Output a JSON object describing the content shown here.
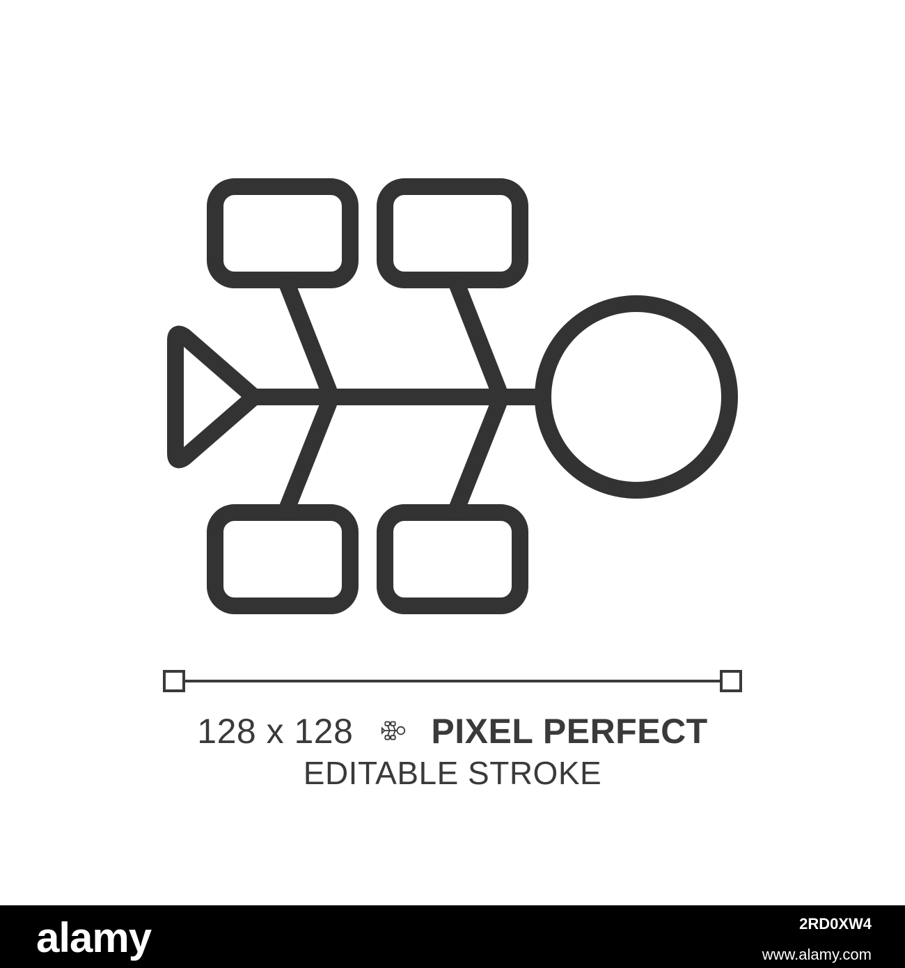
{
  "icon": {
    "name": "fishbone-diagram-icon",
    "stroke_color": "#333333"
  },
  "caption": {
    "size_text": "128 x 128",
    "pixel_text": "PIXEL PERFECT",
    "stroke_text": "EDITABLE STROKE"
  },
  "footer": {
    "logo": "alamy",
    "image_id": "2RD0XW4",
    "site": "www.alamy.com",
    "background": "#000000"
  }
}
